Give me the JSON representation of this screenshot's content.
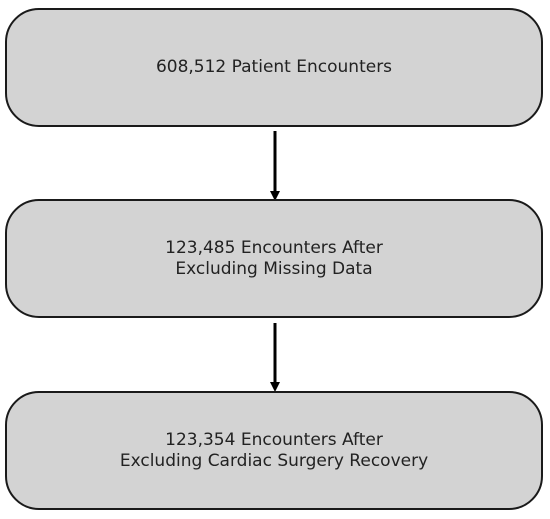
{
  "diagram": {
    "boxes": [
      {
        "lines": [
          "608,512 Patient Encounters"
        ]
      },
      {
        "lines": [
          "123,485 Encounters After",
          "Excluding Missing Data"
        ]
      },
      {
        "lines": [
          "123,354 Encounters After",
          "Excluding Cardiac Surgery Recovery"
        ]
      }
    ],
    "colors": {
      "box_fill": "#d3d3d3",
      "box_border": "#1a1a1a",
      "arrow": "#000000",
      "text": "#222222"
    }
  }
}
